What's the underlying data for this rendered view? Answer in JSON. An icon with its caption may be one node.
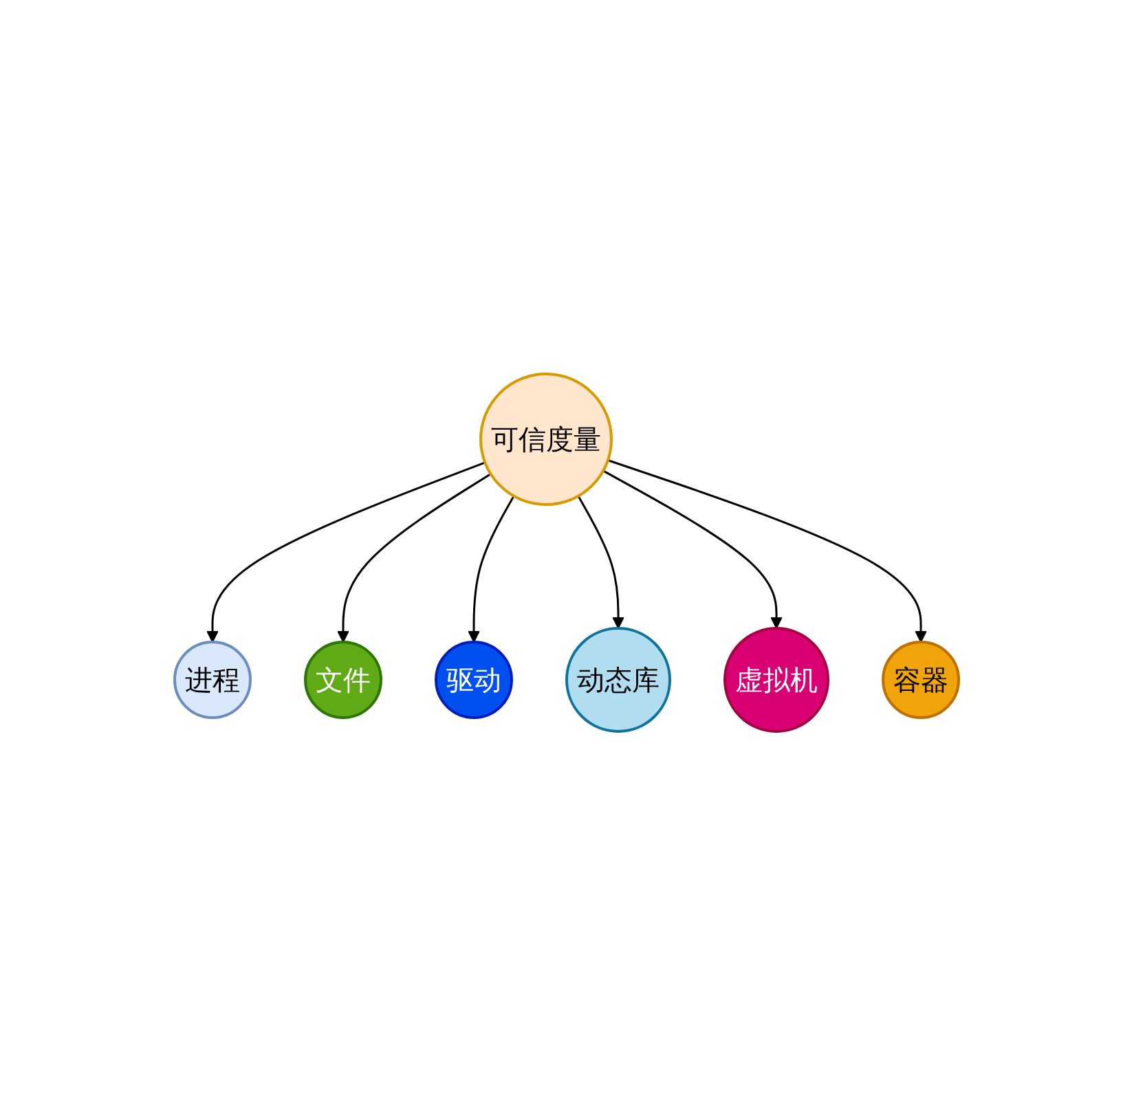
{
  "diagram": {
    "nodes": [
      {
        "text": [
          "进程"
        ]
      },
      {
        "text": [
          "文件"
        ]
      },
      {
        "text": [
          "驱动"
        ]
      },
      {
        "text": [
          "可信度量"
        ]
      },
      {
        "text": [
          "动态库"
        ]
      },
      {
        "text": [
          "容器"
        ]
      },
      {
        "text": [
          "虚拟机"
        ]
      }
    ],
    "edges": [
      {
        "from": 3,
        "to": 0,
        "arrow": "to"
      },
      {
        "from": 3,
        "to": 1,
        "arrow": "to"
      },
      {
        "from": 3,
        "to": 2,
        "arrow": "to"
      },
      {
        "from": 3,
        "to": 4,
        "arrow": "to"
      },
      {
        "from": 3,
        "to": 6,
        "arrow": "to"
      },
      {
        "from": 3,
        "to": 5,
        "arrow": "to"
      }
    ]
  }
}
